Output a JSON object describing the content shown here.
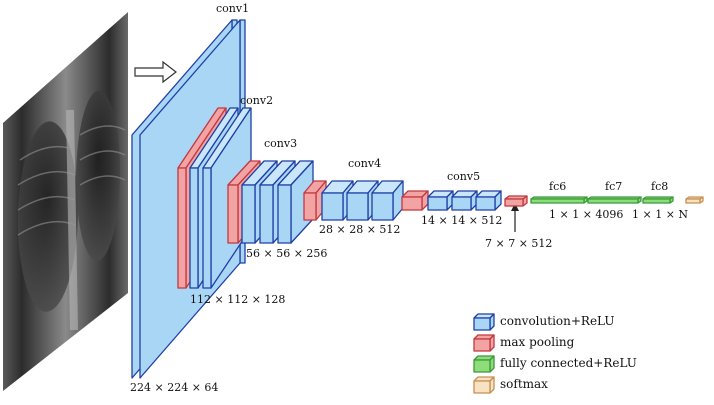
{
  "layers": {
    "conv1": "conv1",
    "conv2": "conv2",
    "conv3": "conv3",
    "conv4": "conv4",
    "conv5": "conv5",
    "fc6": "fc6",
    "fc7": "fc7",
    "fc8": "fc8"
  },
  "dims": {
    "d224": "224 × 224 × 64",
    "d112": "112 × 112 × 128",
    "d56": "56 × 56 × 256",
    "d28": "28 × 28 × 512",
    "d14": "14 × 14 × 512",
    "d7": "7 × 7 × 512",
    "d4096": "1 × 1 × 4096",
    "dN": "1 × 1 × N"
  },
  "legend": {
    "conv": "convolution+ReLU",
    "pool": "max pooling",
    "fc": "fully connected+ReLU",
    "softmax": "softmax"
  },
  "colors": {
    "conv_face": "#a9d6f5",
    "conv_top": "#c9e6fa",
    "conv_edge": "#1f3fa6",
    "pool_face": "#f2a3a3",
    "pool_edge": "#c2383f",
    "fc_face": "#8fdc7a",
    "fc_edge": "#3a9a3a",
    "softmax_face": "#f7e2c4",
    "softmax_edge": "#c79050"
  }
}
